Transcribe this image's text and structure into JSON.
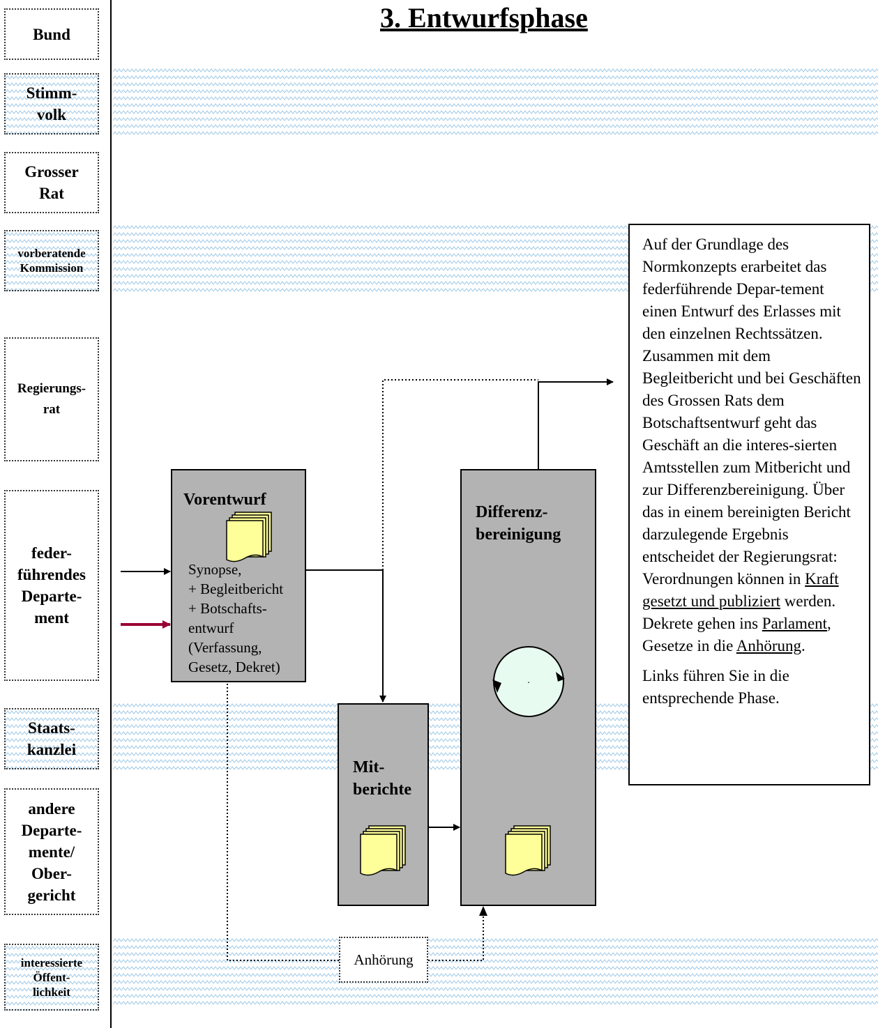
{
  "title": "3. Entwurfsphase",
  "lanes": [
    "Bund",
    "Stimm-\nvolk",
    "Grosser\nRat",
    "vorberatende\nKommission",
    "Regierungs-\nrat",
    "feder-\nführendes\nDeparte-\nment",
    "Staats-\nkanzlei",
    "andere\nDeparte-\nmente/\nOber-\ngericht",
    "interessierte\nÖffent-\nlichkeit"
  ],
  "vorentwurf": {
    "title": "Vorentwurf",
    "text": "Synopse,\n+ Begleitbericht\n+ Botschafts-\nentwurf\n(Verfassung,\nGesetz, Dekret)"
  },
  "mitberichte": {
    "title": "Mit-\nberichte"
  },
  "differenz": {
    "title": "Differenz-\nbereinigung",
    "center_dot": "."
  },
  "anhoerung": "Anhörung",
  "description": {
    "p1_a": "Auf der Grundlage des Normkonzepts erarbeitet das federführende Depar-tement einen Entwurf des Erlasses mit den einzelnen Rechtssätzen. Zusammen mit dem Begleitbericht und bei Geschäften des Grossen Rats dem Botschaftsentwurf geht das Geschäft an die interes-sierten Amtsstellen zum Mitbericht und zur Differenzbereinigung. Über das in einem bereinigten Bericht darzulegende Ergebnis entscheidet der Regierungsrat: Verordnungen können in ",
    "link1": "Kraft gesetzt und publiziert",
    "p1_b": " werden. Dekrete gehen ins ",
    "link2": "Parlament",
    "p1_c": ", Gesetze in die ",
    "link3": "Anhörung",
    "p1_d": ".",
    "p2": "Links führen Sie in die entsprechende Phase."
  },
  "colors": {
    "box_fill": "#b3b3b3",
    "doc_fill": "#ffff99",
    "cycle_fill": "#e8fbf0",
    "red_arrow": "#990033",
    "band_pattern": "#a6cde8"
  },
  "icons": [
    "document-stack-icon",
    "cycle-icon",
    "arrow-icon"
  ]
}
